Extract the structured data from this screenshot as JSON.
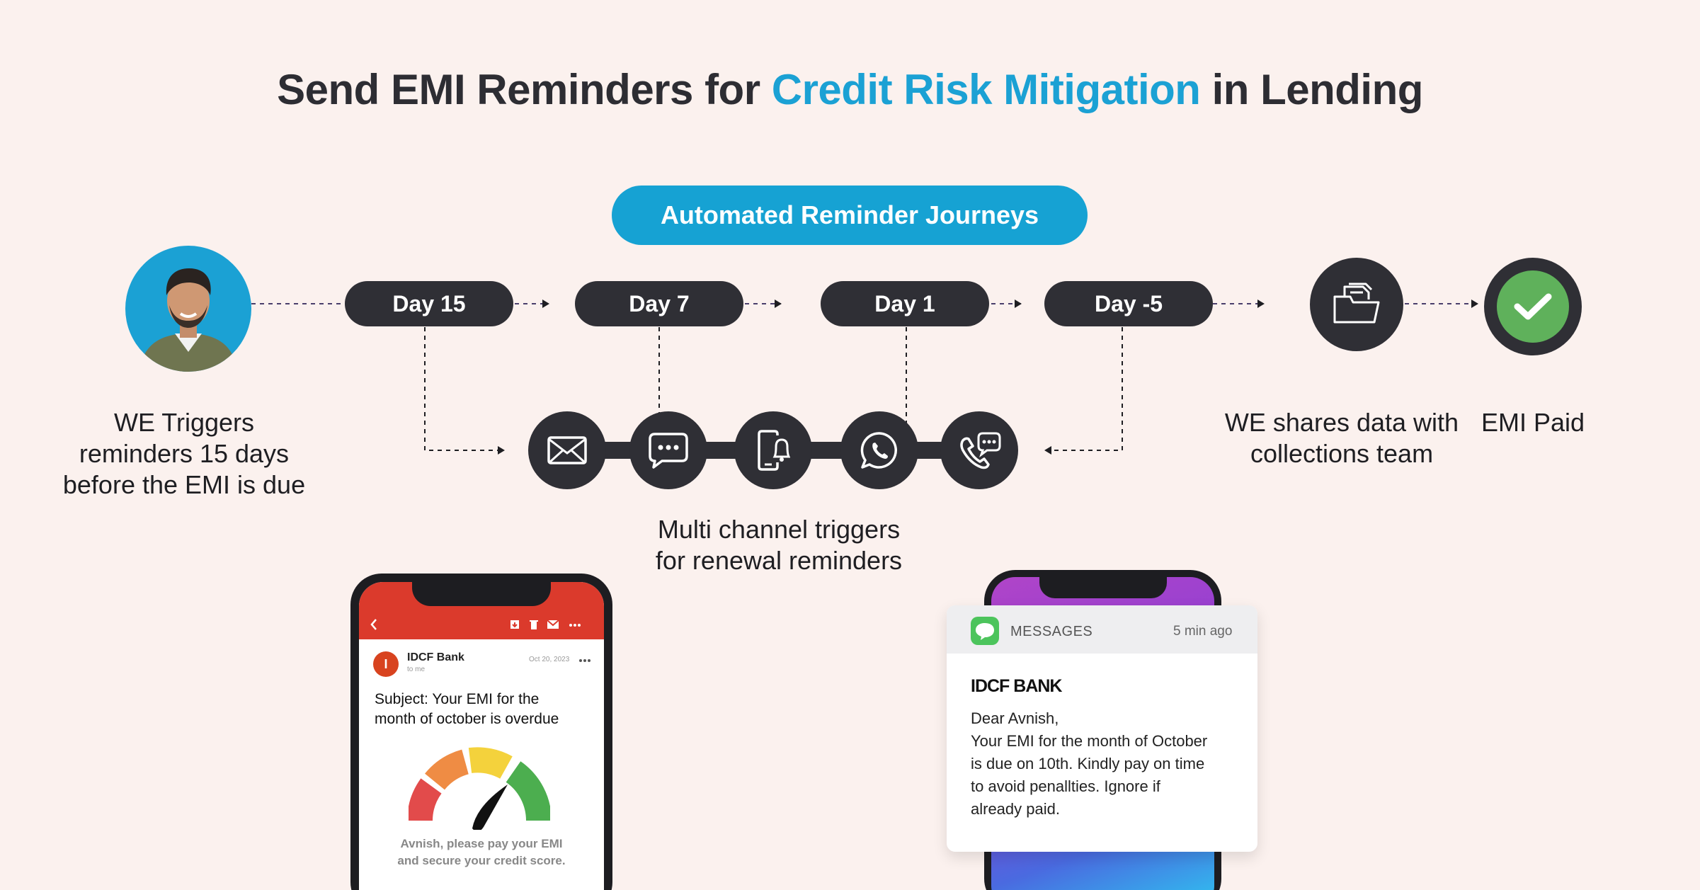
{
  "title": {
    "prefix": "Send EMI Reminders for ",
    "highlight": "Credit Risk Mitigation",
    "suffix": " in Lending"
  },
  "banner": "Automated Reminder Journeys",
  "days": [
    "Day 15",
    "Day 7",
    "Day 1",
    "Day -5"
  ],
  "labels": {
    "trigger": [
      "WE Triggers",
      "reminders 15 days",
      "before the EMI is due"
    ],
    "multichannel": [
      "Multi channel triggers",
      "for renewal reminders"
    ],
    "collections": [
      "WE shares data with",
      "collections team"
    ],
    "paid": "EMI Paid"
  },
  "channels": [
    "email-icon",
    "sms-icon",
    "push-notification-icon",
    "whatsapp-icon",
    "call-icon"
  ],
  "email": {
    "avatar_letter": "I",
    "sender": "IDCF Bank",
    "to": "to me",
    "date": "Oct 20, 2023",
    "subject_line1": "Subject: Your EMI for the",
    "subject_line2": "month of october is overdue",
    "body_line1": "Avnish, please pay your EMI",
    "body_line2": "and secure your credit score."
  },
  "sms": {
    "app": "MESSAGES",
    "time": "5 min ago",
    "sender": "IDCF BANK",
    "lines": [
      "Dear Avnish,",
      "Your EMI for the month of October",
      "is due on 10th. Kindly pay on time",
      "to avoid penallties. Ignore if",
      "already paid."
    ]
  },
  "colors": {
    "accent": "#1ba1d4",
    "dark": "#2f2f35",
    "background": "#fbf1ee",
    "success": "#5fb15b",
    "email_header": "#db3a2c"
  }
}
